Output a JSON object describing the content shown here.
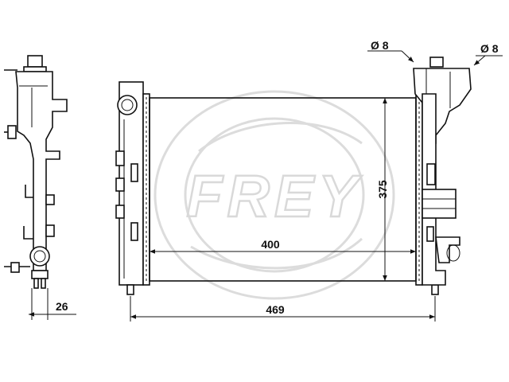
{
  "watermark": {
    "brand": "FREY"
  },
  "dimensions": {
    "thickness": "26",
    "core_width": "400",
    "core_height": "375",
    "overall_width": "469",
    "pipe_diameter_left": "Ø 8",
    "pipe_diameter_right": "Ø 8"
  },
  "colors": {
    "line": "#111111",
    "watermark": "#d9d9d9",
    "background": "#ffffff"
  }
}
